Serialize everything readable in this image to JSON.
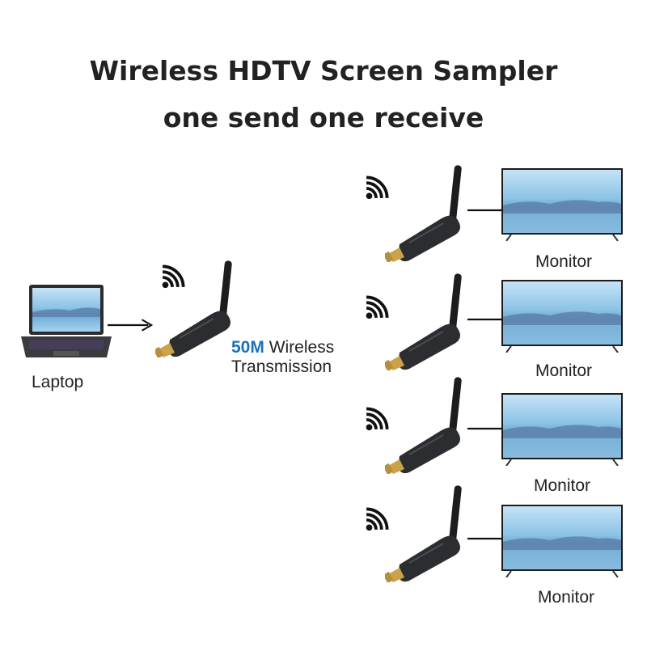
{
  "heading": {
    "line1": "Wireless HDTV Screen Sampler",
    "line2": "one send one receive"
  },
  "source": {
    "label": "Laptop"
  },
  "transmission": {
    "speed": "50M",
    "text1": "Wireless",
    "text2": "Transmission"
  },
  "receivers": [
    {
      "label": "Monitor"
    },
    {
      "label": "Monitor"
    },
    {
      "label": "Monitor"
    },
    {
      "label": "Monitor"
    }
  ],
  "colors": {
    "accent": "#1f6fb8",
    "device": "#2b2d30",
    "screen_sky": "#7fb6dc"
  },
  "icons": [
    "wifi-icon",
    "laptop-icon",
    "hdmi-dongle-icon",
    "arrow-right-icon",
    "monitor-icon"
  ]
}
